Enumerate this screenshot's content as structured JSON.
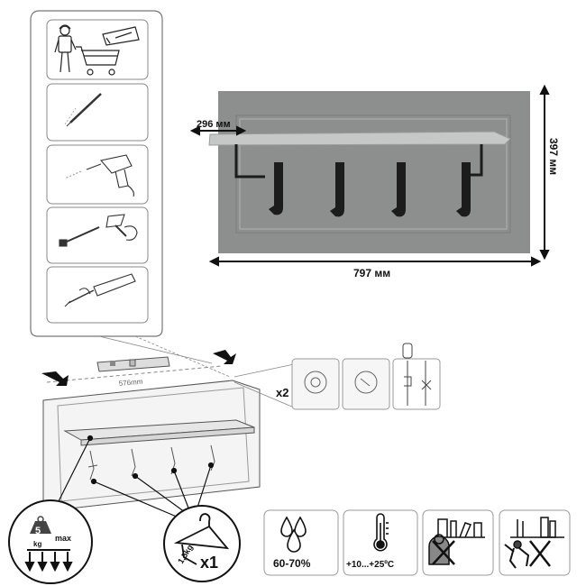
{
  "dimensions": {
    "shelf_depth": "296 мм",
    "height": "397 мм",
    "width": "797 мм",
    "hole_spacing": "576mm"
  },
  "mounting": {
    "plug_count": "x2"
  },
  "load": {
    "shelf_value": "5",
    "shelf_unit": "kg",
    "shelf_max": "max",
    "hook_weight": "1,5kg",
    "hook_count": "x1"
  },
  "environment": {
    "humidity": "60-70%",
    "temperature": "+10...+25ºC"
  },
  "icons": [
    "person-with-cart-icon",
    "pencil-icon",
    "drill-icon",
    "hammer-icon",
    "screwdriver-icon",
    "level-icon",
    "droplets-icon",
    "thermometer-icon",
    "no-weights-icon",
    "no-climbing-icon"
  ]
}
